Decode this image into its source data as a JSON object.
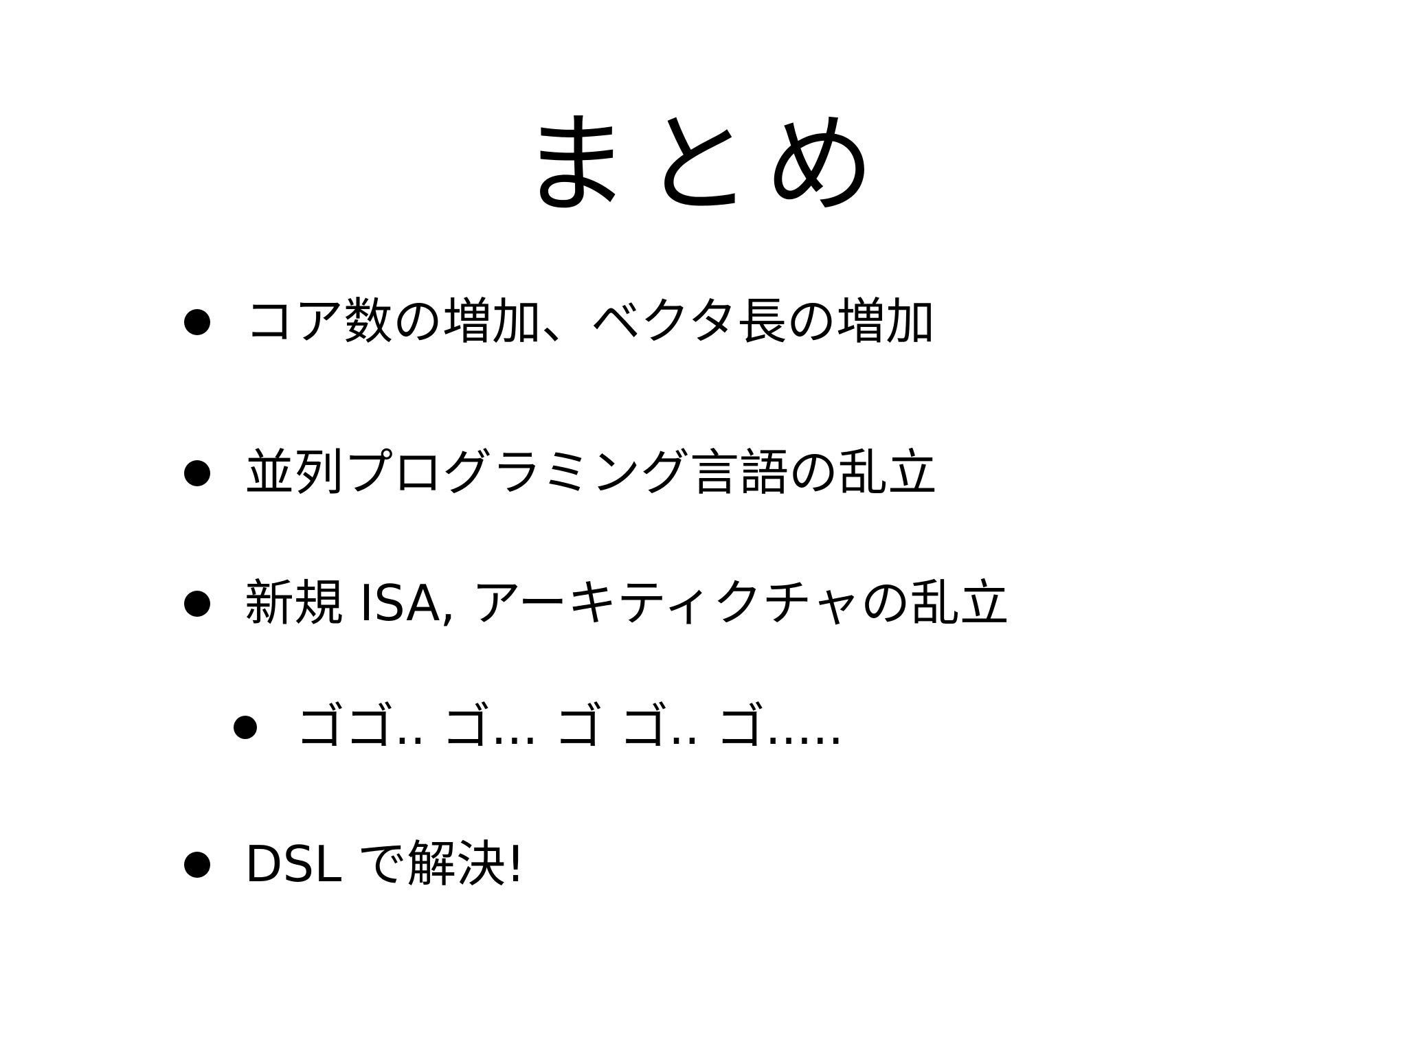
{
  "slide": {
    "title": "まとめ",
    "bullets": [
      {
        "level": 1,
        "text": "コア数の増加、ベクタ長の増加"
      },
      {
        "level": 1,
        "text": "並列プログラミング言語の乱立"
      },
      {
        "level": 1,
        "text": "新規 ISA, アーキティクチャの乱立"
      },
      {
        "level": 2,
        "text": "ゴゴ.. ゴ... ゴ ゴ.. ゴ....."
      },
      {
        "level": 1,
        "text": "DSL で解決!"
      }
    ]
  }
}
